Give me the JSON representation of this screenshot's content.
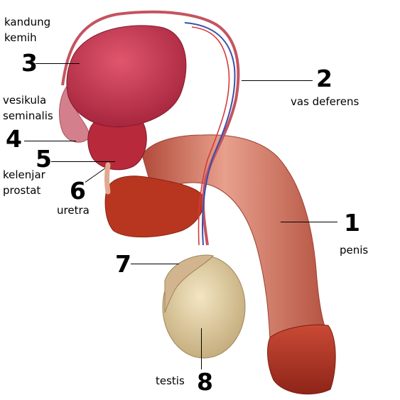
{
  "labels": [
    {
      "number": "1",
      "text": "penis"
    },
    {
      "number": "2",
      "text": "vas deferens"
    },
    {
      "number": "3",
      "text": "kandung\nkemih"
    },
    {
      "number": "4",
      "text": "vesikula\nseminalis"
    },
    {
      "number": "5",
      "text": "kelenjar\nprostat"
    },
    {
      "number": "6",
      "text": "uretra"
    },
    {
      "number": "7",
      "text": ""
    },
    {
      "number": "8",
      "text": "testis"
    }
  ],
  "colors": {
    "penis_shaft": "#c9614f",
    "penis_highlight": "#e39a86",
    "glans": "#b33828",
    "bladder": "#c02c45",
    "bladder_light": "#d94a62",
    "seminal_vesicle": "#d37f8c",
    "prostate": "#b7293b",
    "urethra_bulb": "#b8361f",
    "vas_deferens": "#c45460",
    "vessel_blue": "#3a4fa8",
    "testis": "#e7d6ad",
    "testis_shade": "#c9b285",
    "epididymis": "#d2b58e"
  }
}
